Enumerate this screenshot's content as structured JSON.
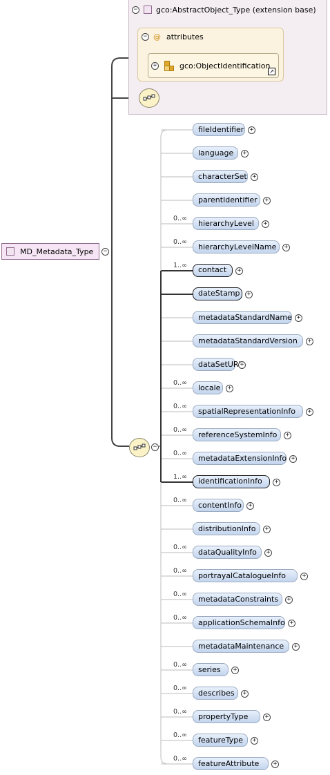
{
  "base_type": {
    "title": "gco:AbstractObject_Type (extension base)"
  },
  "attributes": {
    "label": "attributes",
    "item": "gco:ObjectIdentification"
  },
  "root": {
    "label": "MD_Metadata_Type"
  },
  "elements": [
    {
      "name": "fileIdentifier",
      "card": "",
      "kind": "opt"
    },
    {
      "name": "language",
      "card": "",
      "kind": "opt"
    },
    {
      "name": "characterSet",
      "card": "",
      "kind": "opt"
    },
    {
      "name": "parentIdentifier",
      "card": "",
      "kind": "opt"
    },
    {
      "name": "hierarchyLevel",
      "card": "0..∞",
      "kind": "opt"
    },
    {
      "name": "hierarchyLevelName",
      "card": "0..∞",
      "kind": "opt"
    },
    {
      "name": "contact",
      "card": "1..∞",
      "kind": "req"
    },
    {
      "name": "dateStamp",
      "card": "",
      "kind": "req"
    },
    {
      "name": "metadataStandardName",
      "card": "",
      "kind": "opt"
    },
    {
      "name": "metadataStandardVersion",
      "card": "",
      "kind": "opt"
    },
    {
      "name": "dataSetURI",
      "card": "",
      "kind": "opt"
    },
    {
      "name": "locale",
      "card": "0..∞",
      "kind": "opt"
    },
    {
      "name": "spatialRepresentationInfo",
      "card": "0..∞",
      "kind": "opt"
    },
    {
      "name": "referenceSystemInfo",
      "card": "0..∞",
      "kind": "opt"
    },
    {
      "name": "metadataExtensionInfo",
      "card": "0..∞",
      "kind": "opt"
    },
    {
      "name": "identificationInfo",
      "card": "1..∞",
      "kind": "req"
    },
    {
      "name": "contentInfo",
      "card": "0..∞",
      "kind": "opt"
    },
    {
      "name": "distributionInfo",
      "card": "",
      "kind": "opt"
    },
    {
      "name": "dataQualityInfo",
      "card": "0..∞",
      "kind": "opt"
    },
    {
      "name": "portrayalCatalogueInfo",
      "card": "0..∞",
      "kind": "opt"
    },
    {
      "name": "metadataConstraints",
      "card": "0..∞",
      "kind": "opt"
    },
    {
      "name": "applicationSchemaInfo",
      "card": "0..∞",
      "kind": "opt"
    },
    {
      "name": "metadataMaintenance",
      "card": "",
      "kind": "opt"
    },
    {
      "name": "series",
      "card": "0..∞",
      "kind": "opt"
    },
    {
      "name": "describes",
      "card": "0..∞",
      "kind": "opt"
    },
    {
      "name": "propertyType",
      "card": "0..∞",
      "kind": "opt"
    },
    {
      "name": "featureType",
      "card": "0..∞",
      "kind": "opt"
    },
    {
      "name": "featureAttribute",
      "card": "0..∞",
      "kind": "opt"
    }
  ],
  "glyphs": {
    "collapse": "−",
    "expand": "+",
    "at": "@",
    "shortcut": "↗"
  }
}
